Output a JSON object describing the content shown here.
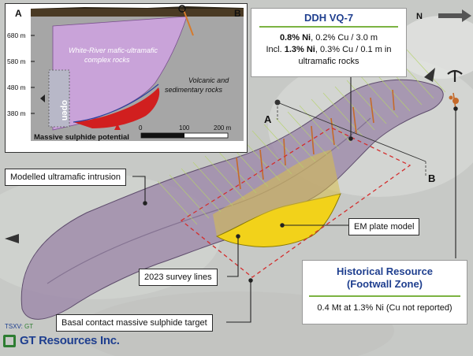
{
  "inset": {
    "section_start": "A",
    "section_end": "B",
    "elevations": [
      "680 m",
      "580 m",
      "480 m",
      "380 m"
    ],
    "rock_label_1": "White-River mafic-ultramafic",
    "rock_label_2": "complex rocks",
    "rock_label_3": "Volcanic and",
    "rock_label_4": "sedimentary rocks",
    "open_label": "open",
    "sulphide_label": "Massive sulphide potential",
    "scale_0": "0",
    "scale_100": "100",
    "scale_200": "200 m"
  },
  "map": {
    "north_label": "N",
    "section_a": "A",
    "section_b": "B"
  },
  "ddh": {
    "title": "DDH VQ-7",
    "line1_bold": "0.8% Ni",
    "line1_rest": ", 0.2% Cu / 3.0 m",
    "line2_pre": "Incl. ",
    "line2_bold": "1.3% Ni",
    "line2_rest": ", 0.3% Cu / 0.1 m in",
    "line3": "ultramafic rocks"
  },
  "labels": {
    "intrusion": "Modelled ultramafic intrusion",
    "em_plate": "EM plate model",
    "survey": "2023 survey lines",
    "basal": "Basal contact massive sulphide target"
  },
  "historical": {
    "title_line1": "Historical Resource",
    "title_line2": "(Footwall Zone)",
    "body": "0.4 Mt at 1.3% Ni (Cu not reported)"
  },
  "brand": {
    "ticker_prefix": "TSXV: ",
    "ticker_symbol": "GT",
    "company": "GT Resources Inc."
  },
  "colors": {
    "intrusion": "#9b86a8",
    "em_plate": "#f2d21a",
    "accent_green": "#7cb342",
    "title_blue": "#1f3f8f",
    "target_red": "#d32f2f"
  }
}
